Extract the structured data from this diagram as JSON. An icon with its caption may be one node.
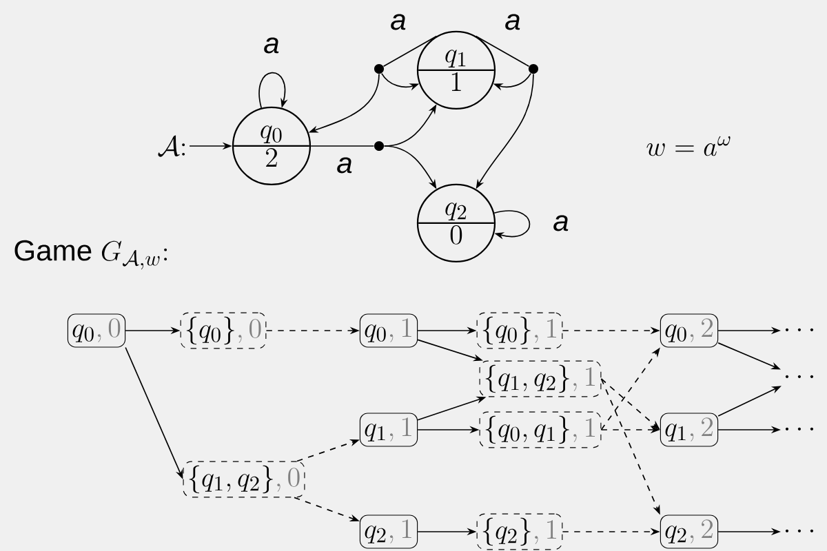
{
  "diagram": {
    "nodes": [
      {
        "text": [
          "\\mathcal{A}\\colon"
        ]
      },
      {
        "text": [
          "q_0",
          "2"
        ]
      },
      {
        "text": [
          "q_1",
          "1"
        ]
      },
      {
        "text": [
          "q_2",
          "0"
        ]
      },
      {
        "text": [],
        "shape": "circle"
      },
      {
        "text": [],
        "shape": "circle"
      },
      {
        "text": [],
        "shape": "circle"
      },
      {
        "text": [
          "q_0\\textcolor{gray}{,0}"
        ]
      },
      {
        "text": [
          "\\{q_0\\}\\textcolor{gray}{,0}"
        ]
      },
      {
        "text": [
          "\\{q_1,q_2\\}\\textcolor{gray}{,0}"
        ]
      },
      {
        "text": [
          "q_0\\textcolor{gray}{,1}"
        ]
      },
      {
        "text": [
          "q_1\\textcolor{gray}{,1}"
        ]
      },
      {
        "text": [
          "q_2\\textcolor{gray}{,1}"
        ]
      },
      {
        "text": [
          "\\{q_0\\}\\textcolor{gray}{,1}"
        ]
      },
      {
        "text": [
          "\\{q_1,q_2\\}\\textcolor{gray}{,1}"
        ]
      },
      {
        "text": [
          "\\{q_0,q_1\\}\\textcolor{gray}{,1}"
        ]
      },
      {
        "text": [
          "\\{q_2\\}\\textcolor{gray}{,1}"
        ]
      },
      {
        "text": [
          "q_0\\textcolor{gray}{,2}"
        ]
      },
      {
        "text": [
          "q_1\\textcolor{gray}{,2}"
        ]
      },
      {
        "text": [
          "q_2\\textcolor{gray}{,2}"
        ]
      },
      {
        "text": [
          "\\cdots"
        ]
      },
      {
        "text": [
          "\\cdots"
        ]
      },
      {
        "text": [
          "\\cdots"
        ]
      },
      {
        "text": [
          "\\cdots"
        ]
      }
    ],
    "edges": [
      {
        "from": 0,
        "to": 1,
        "arrow": "to"
      },
      {
        "from": 1,
        "to": 1,
        "arrow": "to",
        "label": "a"
      },
      {
        "from": 1,
        "to": 4,
        "arrow": "none",
        "label": "a"
      },
      {
        "from": 4,
        "to": 2,
        "arrow": "to"
      },
      {
        "from": 4,
        "to": 3,
        "arrow": "to"
      },
      {
        "from": 2,
        "to": 5,
        "arrow": "none",
        "label": "a"
      },
      {
        "from": 5,
        "to": 1,
        "arrow": "to"
      },
      {
        "from": 5,
        "to": 2,
        "arrow": "to"
      },
      {
        "from": 2,
        "to": 6,
        "arrow": "none",
        "label": "a"
      },
      {
        "from": 6,
        "to": 2,
        "arrow": "to"
      },
      {
        "from": 6,
        "to": 3,
        "arrow": "to"
      },
      {
        "from": 3,
        "to": 3,
        "arrow": "to",
        "label": "a"
      },
      {
        "from": 7,
        "to": 8,
        "arrow": "to"
      },
      {
        "from": 7,
        "to": 9,
        "arrow": "to"
      },
      {
        "from": 8,
        "to": 10,
        "arrow": "to",
        "style": "dashed"
      },
      {
        "from": 9,
        "to": 11,
        "arrow": "to",
        "style": "dashed"
      },
      {
        "from": 9,
        "to": 12,
        "arrow": "to",
        "style": "dashed"
      },
      {
        "from": 10,
        "to": 13,
        "arrow": "to"
      },
      {
        "from": 10,
        "to": 14,
        "arrow": "to"
      },
      {
        "from": 11,
        "to": 14,
        "arrow": "to"
      },
      {
        "from": 11,
        "to": 15,
        "arrow": "to"
      },
      {
        "from": 12,
        "to": 16,
        "arrow": "to"
      },
      {
        "from": 13,
        "to": 17,
        "arrow": "to",
        "style": "dashed"
      },
      {
        "from": 14,
        "to": 18,
        "arrow": "to",
        "style": "dashed"
      },
      {
        "from": 14,
        "to": 19,
        "arrow": "to",
        "style": "dashed"
      },
      {
        "from": 15,
        "to": 17,
        "arrow": "to",
        "style": "dashed"
      },
      {
        "from": 15,
        "to": 18,
        "arrow": "to",
        "style": "dashed"
      },
      {
        "from": 16,
        "to": 19,
        "arrow": "to",
        "style": "dashed"
      },
      {
        "from": 17,
        "to": 20,
        "arrow": "to"
      },
      {
        "from": 17,
        "to": 21,
        "arrow": "to"
      },
      {
        "from": 18,
        "to": 21,
        "arrow": "to"
      },
      {
        "from": 18,
        "to": 22,
        "arrow": "to"
      },
      {
        "from": 19,
        "to": 23,
        "arrow": "to"
      }
    ],
    "labels": [
      "w = a^\\omega",
      "\\textrm{Game }G_{\\mathcal{A},w}\\colon"
    ]
  }
}
